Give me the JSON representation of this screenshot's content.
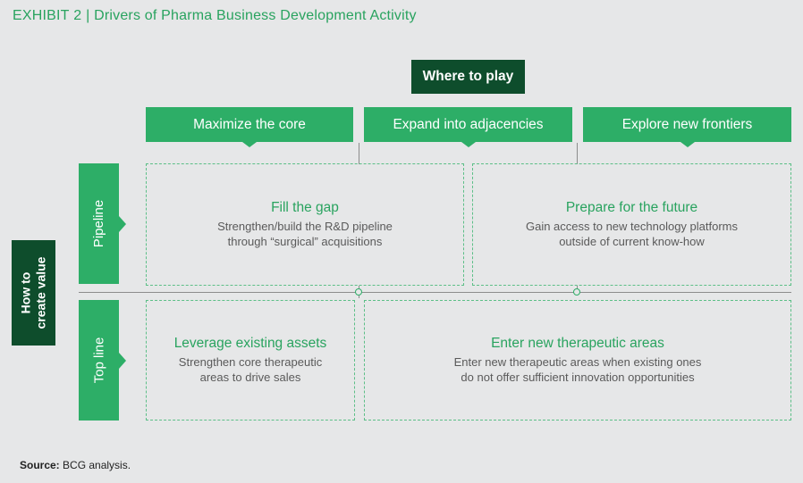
{
  "exhibit": {
    "label_first": "E",
    "label_rest": "XHIBIT",
    "number": "2",
    "separator": "|",
    "title": "Drivers of Pharma Business Development Activity"
  },
  "where_to_play": "Where to play",
  "how_to_create_value": {
    "line1": "How to",
    "line2": "create value"
  },
  "columns": [
    {
      "label": "Maximize the core"
    },
    {
      "label": "Expand into adjacencies"
    },
    {
      "label": "Explore new frontiers"
    }
  ],
  "rows": [
    {
      "label": "Pipeline"
    },
    {
      "label": "Top line"
    }
  ],
  "cells": {
    "fill_the_gap": {
      "title": "Fill the gap",
      "desc_line1": "Strengthen/build the R&D pipeline",
      "desc_line2": "through “surgical” acquisitions"
    },
    "prepare_future": {
      "title": "Prepare for the future",
      "desc_line1": "Gain access to new technology platforms",
      "desc_line2": "outside of current know-how"
    },
    "leverage_assets": {
      "title": "Leverage existing assets",
      "desc_line1": "Strengthen core therapeutic",
      "desc_line2": "areas to drive sales"
    },
    "new_therapeutic": {
      "title": "Enter new therapeutic areas",
      "desc_line1": "Enter new therapeutic areas when existing ones",
      "desc_line2": "do not offer sufficient innovation opportunities"
    }
  },
  "source": {
    "label": "Source:",
    "text": "BCG analysis."
  },
  "colors": {
    "accent_green": "#2dae67",
    "dark_green": "#0e4d2c",
    "title_green": "#29a35f",
    "background": "#e6e7e8"
  }
}
